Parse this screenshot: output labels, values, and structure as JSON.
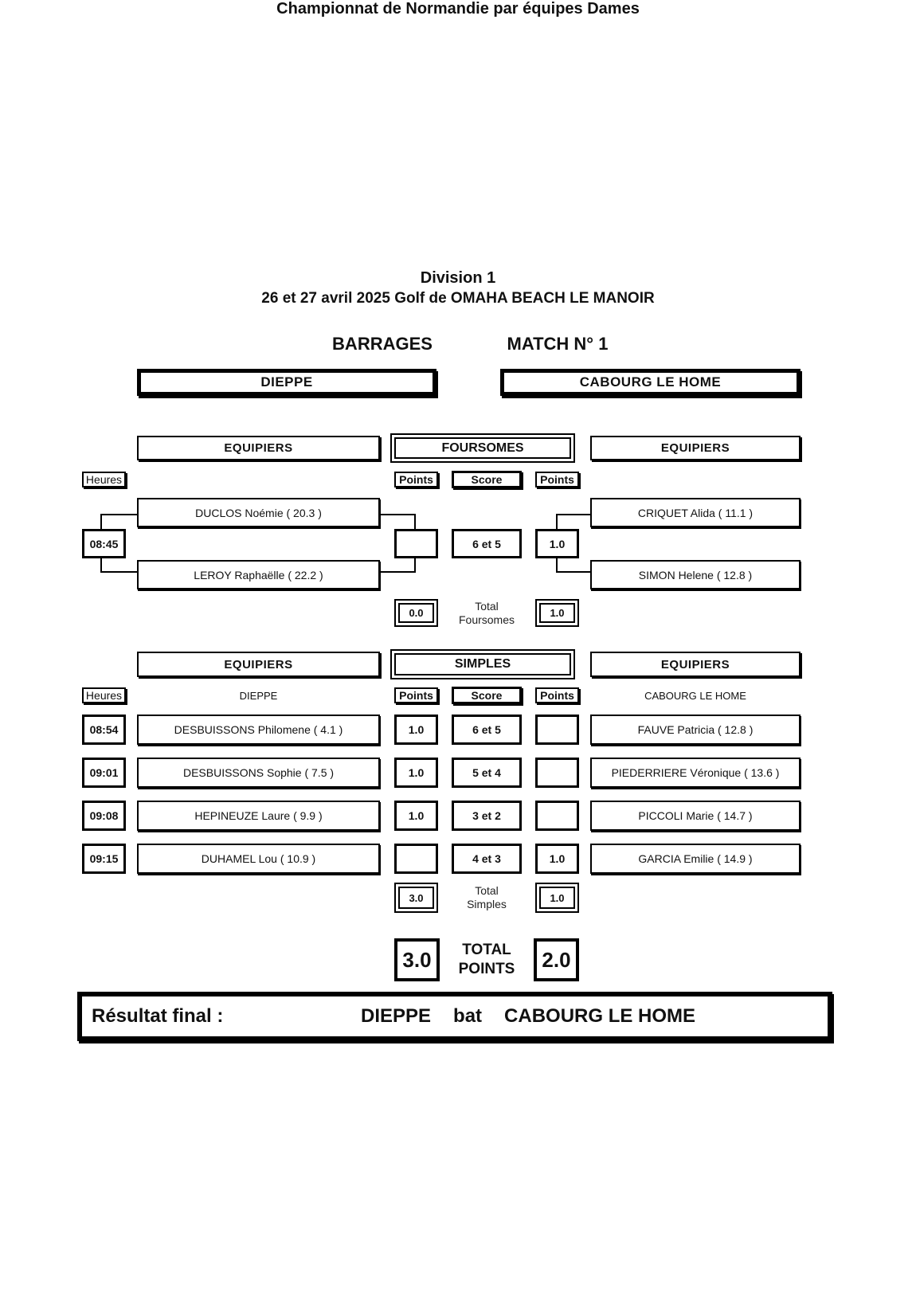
{
  "header": {
    "title_line1": "Championnat de Normandie par équipes Dames",
    "title_line2": "Division 1",
    "title_line3": "26 et 27 avril 2025 Golf de OMAHA BEACH LE MANOIR",
    "stage": "BARRAGES",
    "match_no": "MATCH N° 1"
  },
  "teams": {
    "home": "DIEPPE",
    "away": "CABOURG LE HOME"
  },
  "labels": {
    "equipiers": "EQUIPIERS",
    "heures": "Heures",
    "points": "Points",
    "score": "Score",
    "foursomes": "FOURSOMES",
    "simples": "SIMPLES",
    "total_foursomes_line1": "Total",
    "total_foursomes_line2": "Foursomes",
    "total_simples_line1": "Total",
    "total_simples_line2": "Simples",
    "total_points_line1": "TOTAL",
    "total_points_line2": "POINTS"
  },
  "foursomes": {
    "time": "08:45",
    "home_players": [
      "DUCLOS Noémie ( 20.3 )",
      "LEROY Raphaëlle ( 22.2 )"
    ],
    "away_players": [
      "CRIQUET Alida ( 11.1 )",
      "SIMON Helene ( 12.8 )"
    ],
    "home_points": "",
    "score": "6 et 5",
    "away_points": "1.0",
    "total_home": "0.0",
    "total_away": "1.0"
  },
  "simples": {
    "home_team_label": "DIEPPE",
    "away_team_label": "CABOURG LE HOME",
    "rows": [
      {
        "time": "08:54",
        "home": "DESBUISSONS Philomene ( 4.1 )",
        "home_points": "1.0",
        "score": "6 et 5",
        "away_points": "",
        "away": "FAUVE Patricia ( 12.8 )"
      },
      {
        "time": "09:01",
        "home": "DESBUISSONS Sophie ( 7.5 )",
        "home_points": "1.0",
        "score": "5 et 4",
        "away_points": "",
        "away": "PIEDERRIERE Véronique ( 13.6 )"
      },
      {
        "time": "09:08",
        "home": "HEPINEUZE Laure ( 9.9 )",
        "home_points": "1.0",
        "score": "3 et 2",
        "away_points": "",
        "away": "PICCOLI Marie ( 14.7 )"
      },
      {
        "time": "09:15",
        "home": "DUHAMEL Lou ( 10.9 )",
        "home_points": "",
        "score": "4 et 3",
        "away_points": "1.0",
        "away": "GARCIA Emilie ( 14.9 )"
      }
    ],
    "total_home": "3.0",
    "total_away": "1.0"
  },
  "total_points": {
    "home": "3.0",
    "away": "2.0"
  },
  "result": {
    "label": "Résultat final :",
    "winner": "DIEPPE",
    "verb": "bat",
    "loser": "CABOURG LE HOME"
  }
}
